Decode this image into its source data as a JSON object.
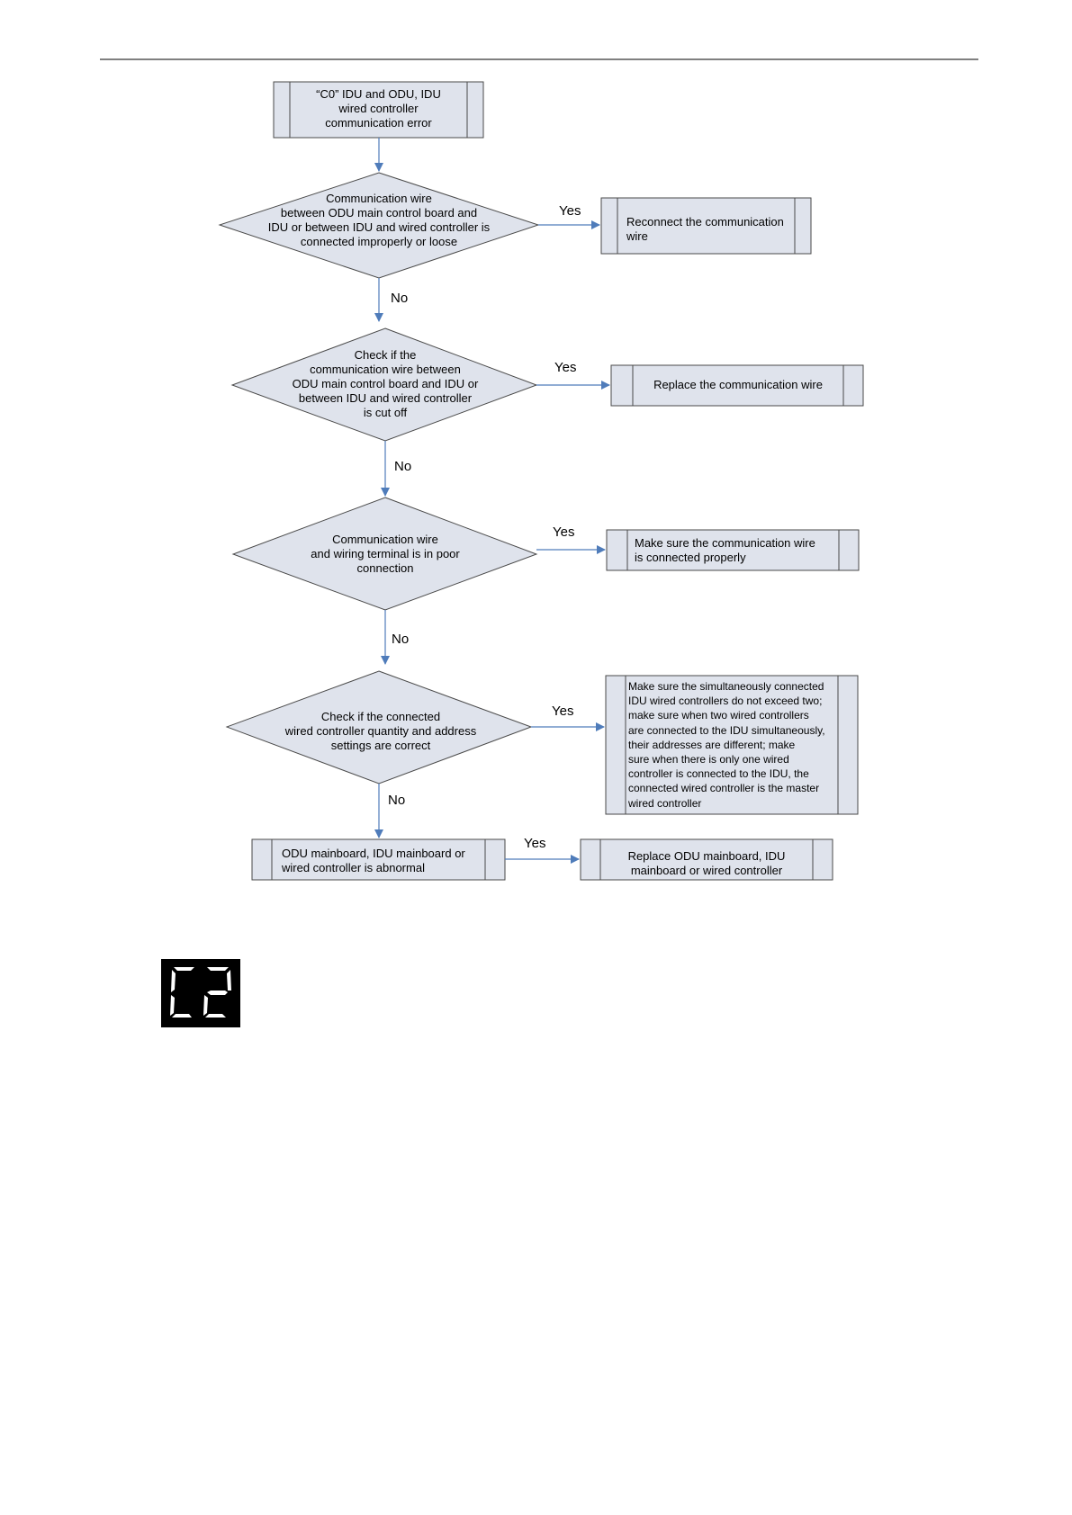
{
  "flowchart": {
    "start": "“C0” IDU and ODU, IDU\nwired controller\ncommunication error",
    "decision_1": "Communication wire\nbetween ODU main control board and\nIDU or between IDU and wired controller is\nconnected improperly or loose",
    "action_1": "Reconnect the communication\nwire",
    "decision_2": "Check if the\ncommunication wire between\nODU main control board and IDU or\nbetween IDU and wired controller\nis cut off",
    "action_2": "Replace the communication wire",
    "decision_3": "Communication wire\nand wiring terminal is in poor\nconnection",
    "action_3": "Make sure the communication wire\nis connected properly",
    "decision_4": "Check if the connected\nwired controller quantity and address\nsettings are correct",
    "action_4": "Make sure the simultaneously connected\nIDU wired controllers do not exceed two;\nmake sure when two wired controllers\nare connected to the IDU simultaneously,\ntheir addresses are different; make\nsure when there is only one wired\ncontroller is connected to the IDU, the\nconnected wired controller is the master\nwired controller",
    "final_check": "ODU mainboard, IDU mainboard or\nwired controller is abnormal",
    "final_action": "Replace ODU mainboard, IDU\nmainboard or wired controller",
    "yes_label": "Yes",
    "no_label": "No"
  },
  "error_code_display": {
    "code": "C2"
  },
  "colors": {
    "shape_fill": "#dfe3ec",
    "shape_stroke": "#4a4a4a",
    "arrow": "#4f7cba",
    "rule": "#000000",
    "display_bg": "#000000",
    "display_segment": "#ffffff"
  }
}
